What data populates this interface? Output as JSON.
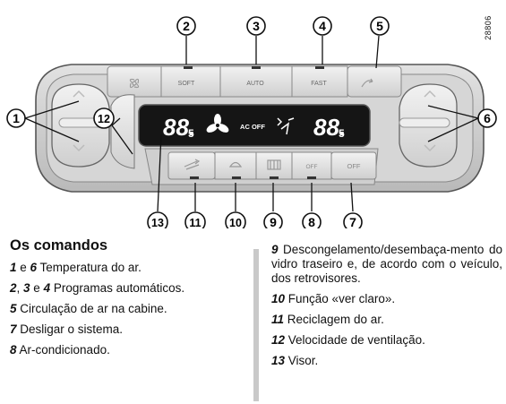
{
  "figure": {
    "reference_code": "28806",
    "panel_labels": {
      "soft": "SOFT",
      "auto": "AUTO",
      "fast": "FAST",
      "off": "OFF",
      "ac_off": "AC OFF",
      "ac_button": "OFF",
      "display_left_big": "88.",
      "display_left_small": "5",
      "display_right_big": "88.",
      "display_right_small": "5"
    },
    "callouts": [
      "1",
      "2",
      "3",
      "4",
      "5",
      "6",
      "7",
      "8",
      "9",
      "10",
      "11",
      "12",
      "13"
    ]
  },
  "left": {
    "heading": "Os comandos",
    "items": [
      {
        "n1": "1",
        "mid1": " e ",
        "n2": "6",
        "n3": "",
        "mid2": "",
        "text": " Temperatura do ar."
      },
      {
        "n1": "2",
        "mid1": ", ",
        "n2": "3",
        "mid2": " e ",
        "n3": "4",
        "text": " Programas automáticos."
      },
      {
        "n1": "5",
        "text": " Circulação de ar na cabine."
      },
      {
        "n1": "7",
        "text": " Desligar o sistema."
      },
      {
        "n1": "8",
        "text": " Ar-condicionado."
      }
    ]
  },
  "right": {
    "items": [
      {
        "n": "9",
        "text": " Descongelamento/desembaça-mento do vidro traseiro e, de acordo com o veículo, dos retrovisores."
      },
      {
        "n": "10",
        "text": " Função «ver claro»."
      },
      {
        "n": "11",
        "text": " Reciclagem do ar."
      },
      {
        "n": "12",
        "text": " Velocidade de ventilação."
      },
      {
        "n": "13",
        "text": " Visor."
      }
    ]
  }
}
